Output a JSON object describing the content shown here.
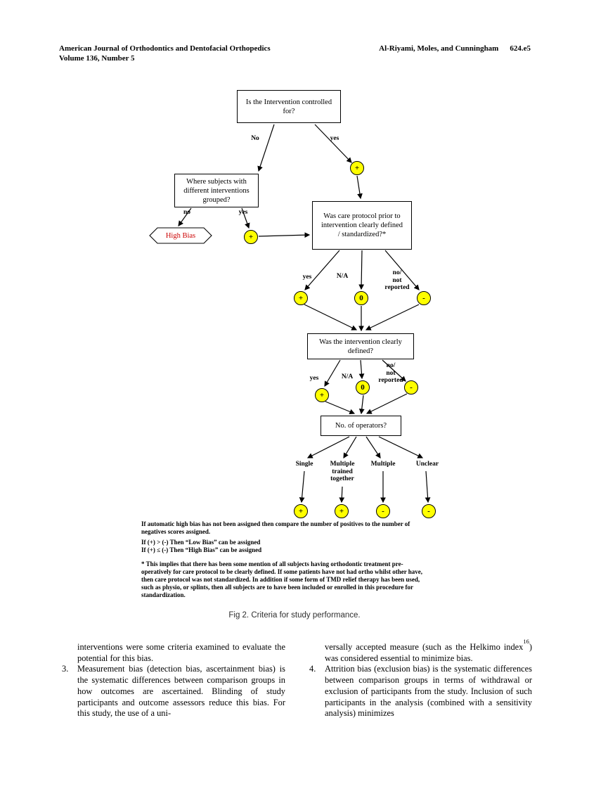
{
  "page": {
    "header": {
      "journal": "American Journal of Orthodontics and Dentofacial Orthopedics",
      "volume": "Volume 136, Number 5",
      "authors": "Al-Riyami, Moles, and Cunningham",
      "page_number": "624.e5"
    },
    "figure": {
      "caption": "Fig 2. Criteria for study performance.",
      "flowchart": {
        "box_controlled": "Is the Intervention controlled\nfor?",
        "box_grouped": "Where subjects with\ndifferent interventions\ngrouped?",
        "box_care_protocol": "Was care protocol prior to\nintervention clearly defined\n/ standardized?*",
        "box_intervention_defined": "Was the intervention clearly\ndefined?",
        "box_operators": "No. of operators?",
        "high_bias": "High Bias",
        "labels": {
          "controlled_no": "No",
          "controlled_yes": "yes",
          "grouped_no": "no",
          "grouped_yes": "yes",
          "care_yes": "yes",
          "care_na": "N/A",
          "care_not_reported": "no/\nnot\nreported",
          "defined_yes": "yes",
          "defined_na": "N/A",
          "defined_not_reported": "no/\nnot\nreported"
        },
        "operators": {
          "single": "Single",
          "multiple_trained": "Multiple\ntrained\ntogether",
          "multiple": "Multiple",
          "unclear": "Unclear"
        },
        "score_plus": "+",
        "score_zero": "0",
        "score_minus": "-"
      },
      "notes": {
        "bold_lines": [
          "If automatic high bias has not been assigned then compare the number of positives to the number of",
          "negatives scores assigned.",
          "If (+)  >  (-)  Then “Low Bias” can be assigned",
          "If (+)  ≤  (-)  Then “High Bias” can be assigned"
        ],
        "footnote_lines": [
          "* This implies that there has been some mention of all subjects having orthodontic treatment pre-",
          "operatively for care protocol to be clearly defined. If some patients have not had ortho whilst other have,",
          "then care protocol was not standardized. In addition if some form of TMD relief therapy has been used,",
          "such as physio, or splints, then all subjects are to have been included or enrolled in this procedure for",
          "standardization."
        ]
      }
    },
    "body": {
      "left": {
        "continuation": "interventions were some criteria examined to evaluate the potential for this bias.",
        "item_number": "3.",
        "item_text": "Measurement bias (detection bias, ascertainment bias) is the systematic differences between comparison groups in how outcomes are ascertained. Blinding of study participants and outcome assessors reduce this bias. For this study, the use of a uni-"
      },
      "right": {
        "continuation_pre": "versally accepted measure (such as the Helkimo index",
        "continuation_sup": "16",
        "continuation_post": ") was considered essential to minimize bias.",
        "item_number": "4.",
        "item_text": "Attrition bias (exclusion bias) is the systematic differences between comparison groups in terms of withdrawal or exclusion of participants from the study. Inclusion of such participants in the analysis (combined with a sensitivity analysis) minimizes"
      }
    }
  },
  "colors": {
    "score_fill": "#ffff00",
    "score_border": "#000000",
    "high_bias_text": "#cc0000"
  }
}
